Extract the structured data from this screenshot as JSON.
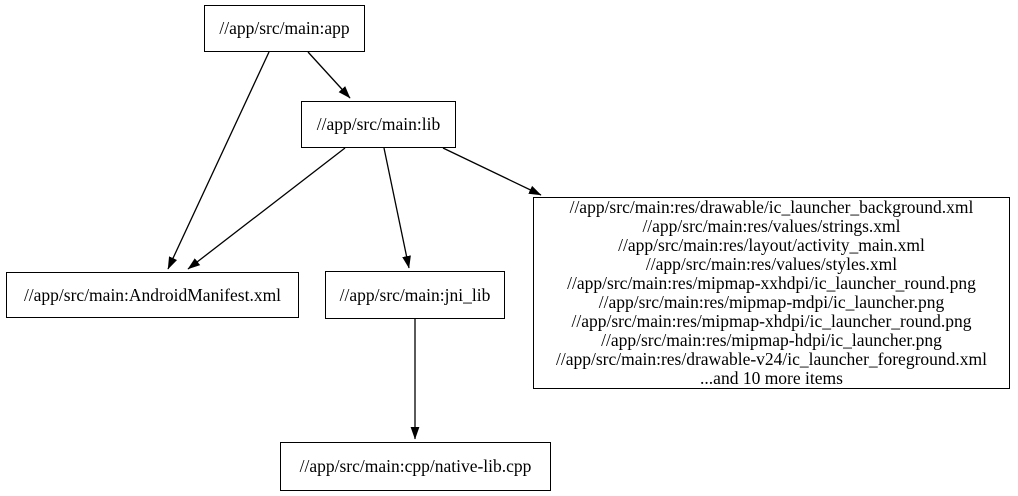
{
  "diagram": {
    "type": "build-dependency-graph",
    "background_color": "#ffffff",
    "node_border_color": "#000000",
    "edge_color": "#000000",
    "text_color": "#000000",
    "nodes": {
      "app": {
        "label": "//app/src/main:app"
      },
      "lib": {
        "label": "//app/src/main:lib"
      },
      "manifest": {
        "label": "//app/src/main:AndroidManifest.xml"
      },
      "jni_lib": {
        "label": "//app/src/main:jni_lib"
      },
      "res_group": {
        "items": [
          "//app/src/main:res/drawable/ic_launcher_background.xml",
          "//app/src/main:res/values/strings.xml",
          "//app/src/main:res/layout/activity_main.xml",
          "//app/src/main:res/values/styles.xml",
          "//app/src/main:res/mipmap-xxhdpi/ic_launcher_round.png",
          "//app/src/main:res/mipmap-mdpi/ic_launcher.png",
          "//app/src/main:res/mipmap-xhdpi/ic_launcher_round.png",
          "//app/src/main:res/mipmap-hdpi/ic_launcher.png",
          "//app/src/main:res/drawable-v24/ic_launcher_foreground.xml",
          "...and 10 more items"
        ]
      },
      "native_lib": {
        "label": "//app/src/main:cpp/native-lib.cpp"
      }
    },
    "edges": [
      {
        "from": "app",
        "to": "lib"
      },
      {
        "from": "app",
        "to": "manifest"
      },
      {
        "from": "lib",
        "to": "manifest"
      },
      {
        "from": "lib",
        "to": "jni_lib"
      },
      {
        "from": "lib",
        "to": "res_group"
      },
      {
        "from": "jni_lib",
        "to": "native_lib"
      }
    ]
  }
}
